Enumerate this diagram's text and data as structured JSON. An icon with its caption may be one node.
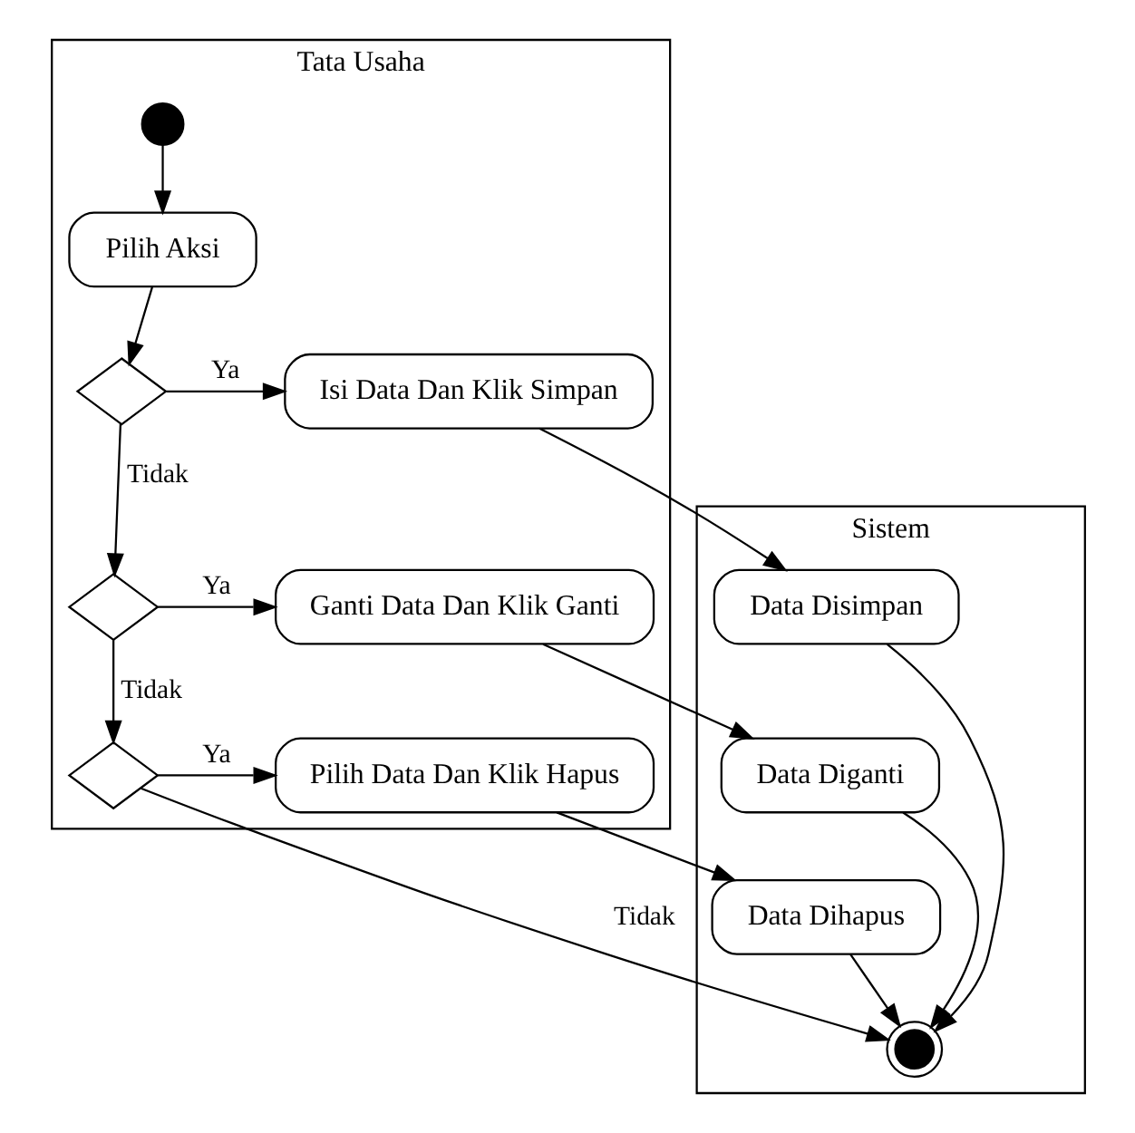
{
  "diagram": {
    "nodes": [
      {
        "text": [
          "Tata Usaha"
        ]
      },
      {
        "text": [
          "Sistem"
        ]
      },
      {
        "text": [],
        "shape": "circle",
        "in": 0
      },
      {
        "text": [
          "Pilih Aksi"
        ],
        "in": 0
      },
      {
        "text": [],
        "shape": "diamond",
        "in": 0
      },
      {
        "text": [
          "Isi Data Dan Klik Simpan"
        ],
        "in": 0
      },
      {
        "text": [
          "Data Disimpan"
        ],
        "in": 1
      },
      {
        "text": [],
        "shape": "diamond",
        "in": 0
      },
      {
        "text": [
          "Ganti Data Dan Klik Ganti"
        ],
        "in": 0
      },
      {
        "text": [
          "Data Diganti"
        ],
        "in": 1
      },
      {
        "text": [],
        "shape": "diamond",
        "in": 0
      },
      {
        "text": [
          "Pilih Data Dan Klik Hapus"
        ],
        "in": 0
      },
      {
        "text": [
          "Data Dihapus"
        ],
        "in": 1
      },
      {
        "text": [],
        "shape": "circle",
        "in": 1
      }
    ],
    "edges": [
      {
        "from": 2,
        "to": 3,
        "arrow": "to"
      },
      {
        "from": 3,
        "to": 4,
        "arrow": "to"
      },
      {
        "from": 4,
        "to": 5,
        "arrow": "to",
        "label": "Ya"
      },
      {
        "from": 5,
        "to": 6,
        "arrow": "to"
      },
      {
        "from": 4,
        "to": 7,
        "arrow": "to",
        "label": "Tidak"
      },
      {
        "from": 7,
        "to": 8,
        "arrow": "to",
        "label": "Ya"
      },
      {
        "from": 8,
        "to": 9,
        "arrow": "to"
      },
      {
        "from": 7,
        "to": 10,
        "arrow": "to",
        "label": "Tidak"
      },
      {
        "from": 10,
        "to": 11,
        "arrow": "to",
        "label": "Ya"
      },
      {
        "from": 11,
        "to": 12,
        "arrow": "to"
      },
      {
        "from": 10,
        "to": 13,
        "arrow": "to",
        "label": "Tidak"
      },
      {
        "from": 12,
        "to": 13,
        "arrow": "to"
      },
      {
        "from": 6,
        "to": 13,
        "arrow": "to"
      },
      {
        "from": 9,
        "to": 13,
        "arrow": "to"
      }
    ]
  }
}
